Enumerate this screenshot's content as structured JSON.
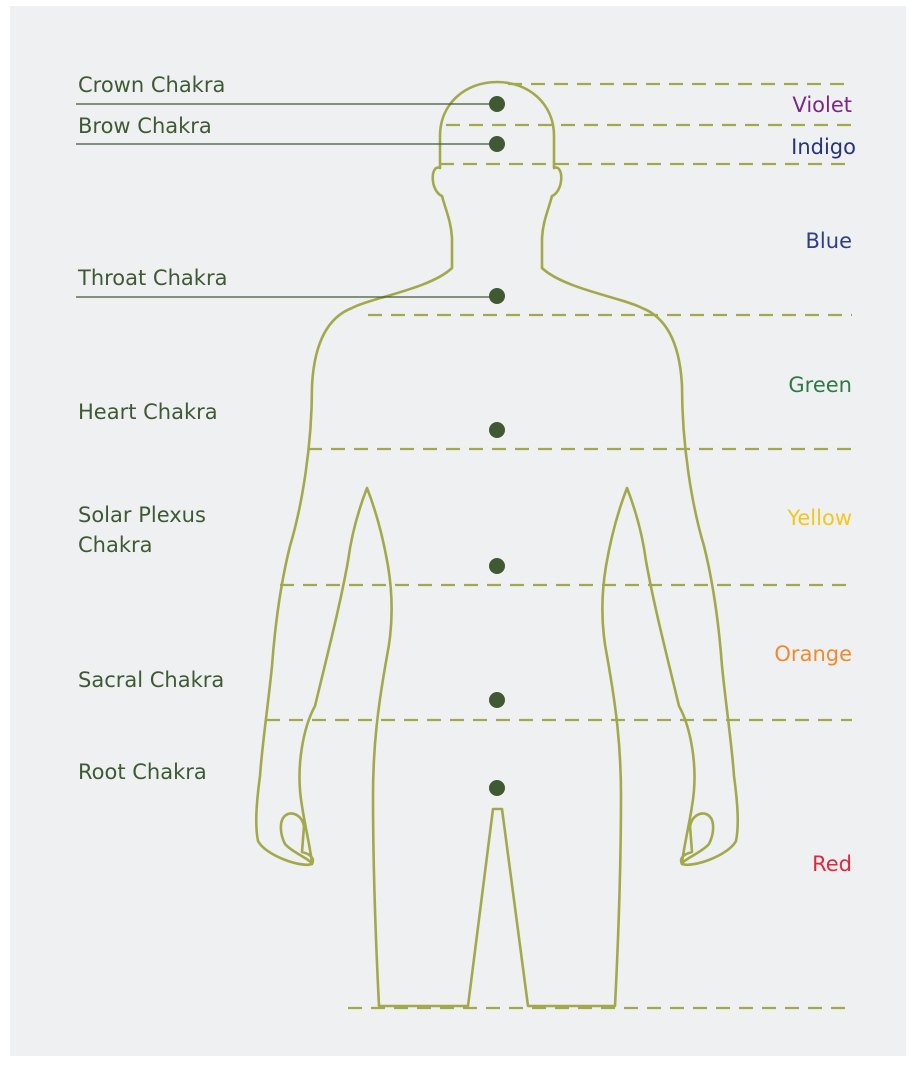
{
  "chakras": [
    {
      "name": "Crown Chakra"
    },
    {
      "name": "Brow Chakra"
    },
    {
      "name": "Throat Chakra"
    },
    {
      "name": "Heart Chakra"
    },
    {
      "name": "Solar Plexus",
      "name2": "Chakra"
    },
    {
      "name": "Sacral Chakra"
    },
    {
      "name": "Root Chakra"
    }
  ],
  "colors": [
    {
      "name": "Violet",
      "hex": "#7b2a84"
    },
    {
      "name": "Indigo",
      "hex": "#27347a"
    },
    {
      "name": "Blue",
      "hex": "#2e3d86"
    },
    {
      "name": "Green",
      "hex": "#2e7a45"
    },
    {
      "name": "Yellow",
      "hex": "#f0c81e"
    },
    {
      "name": "Orange",
      "hex": "#f08a2e"
    },
    {
      "name": "Red",
      "hex": "#e0283a"
    }
  ],
  "style": {
    "label_color": "#3f5a32",
    "dot_color": "#3f5a32",
    "outline_color": "#a3a94b",
    "dash_color": "#a3a94b"
  }
}
